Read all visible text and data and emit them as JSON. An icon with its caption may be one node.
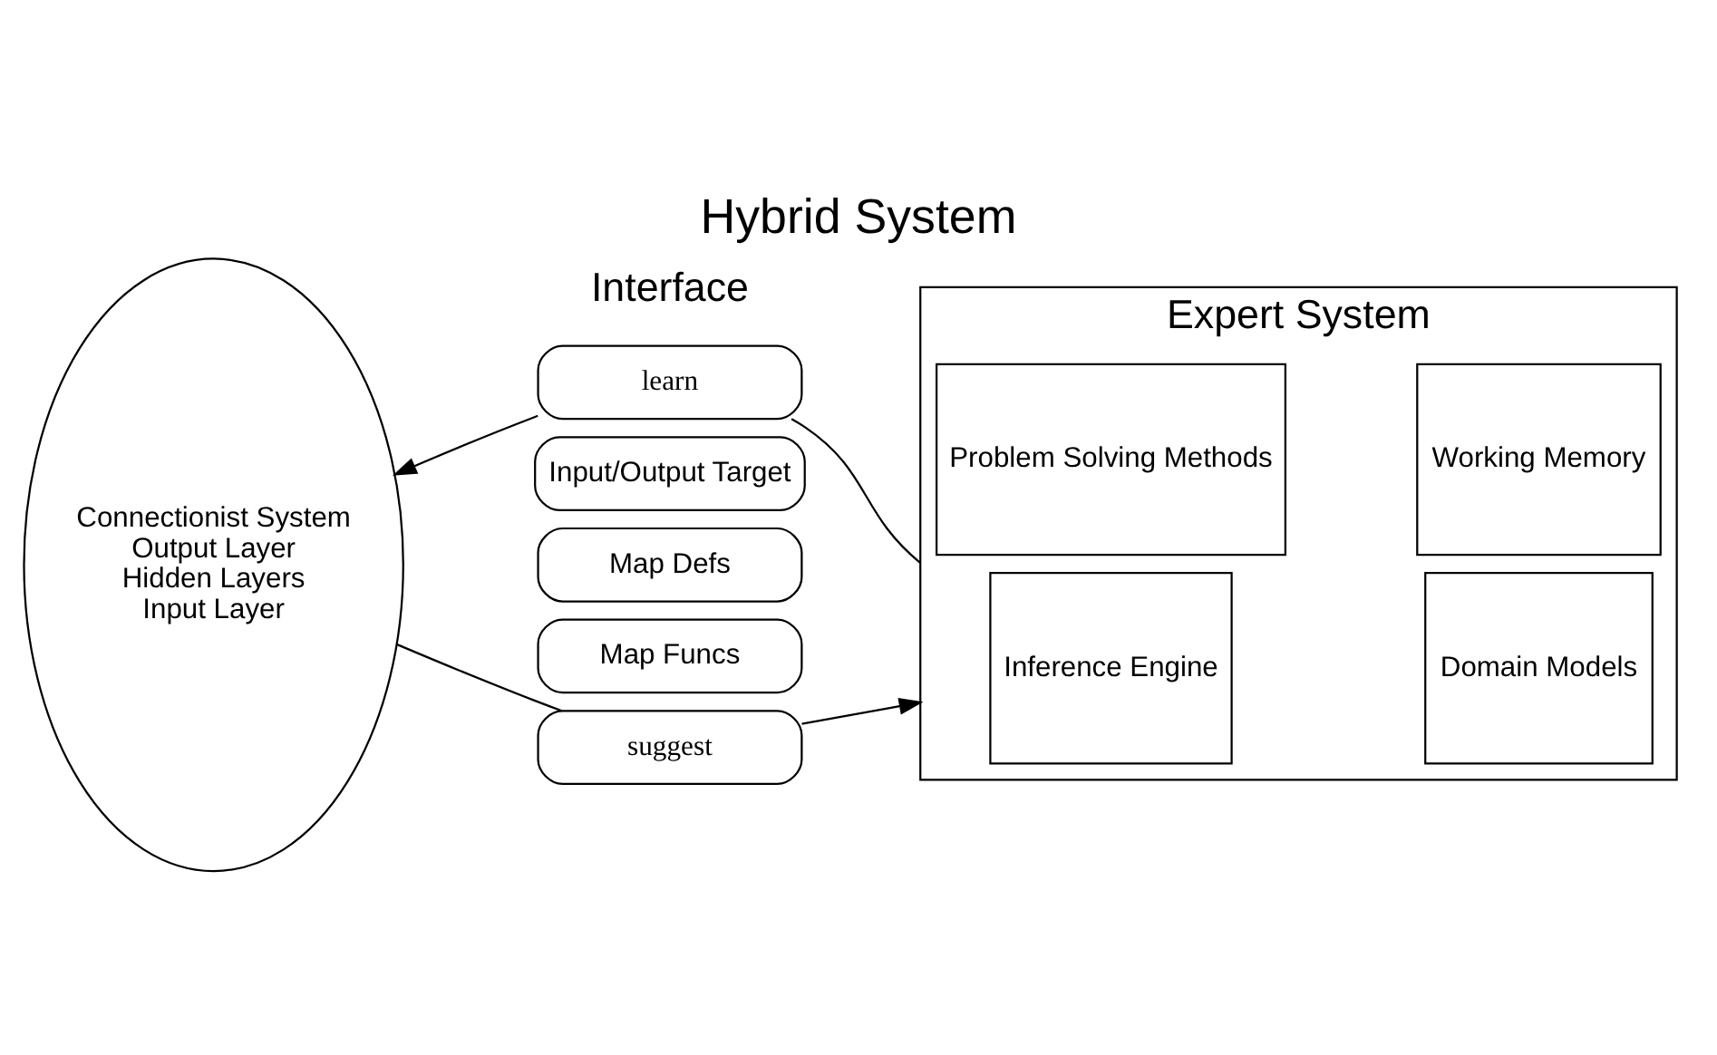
{
  "diagram": {
    "title": "Hybrid System",
    "nodes": [
      {
        "text": [
          "Connectionist System",
          "Output Layer",
          "Hidden Layers",
          "Input Layer"
        ]
      },
      {
        "text": [
          "learn"
        ]
      },
      {
        "text": [
          "Input/Output Target"
        ]
      },
      {
        "text": [
          "Map Defs"
        ]
      },
      {
        "text": [
          "Map Funcs"
        ]
      },
      {
        "text": [
          "suggest"
        ]
      },
      {
        "text": [
          "Expert System"
        ]
      },
      {
        "text": [
          "Inference Engine"
        ],
        "in": 6
      },
      {
        "text": [
          "Working Memory"
        ],
        "in": 6
      },
      {
        "text": [
          "Problem Solving Methods"
        ],
        "in": 6
      },
      {
        "text": [
          "Domain Models"
        ],
        "in": 6
      }
    ],
    "edges": [
      {
        "from": 6,
        "to": 1,
        "arrow": "none"
      },
      {
        "from": 1,
        "to": 0,
        "arrow": "to"
      },
      {
        "from": 0,
        "to": 5,
        "arrow": "none"
      },
      {
        "from": 5,
        "to": 6,
        "arrow": "to"
      }
    ],
    "labels": [
      "Interface"
    ]
  }
}
